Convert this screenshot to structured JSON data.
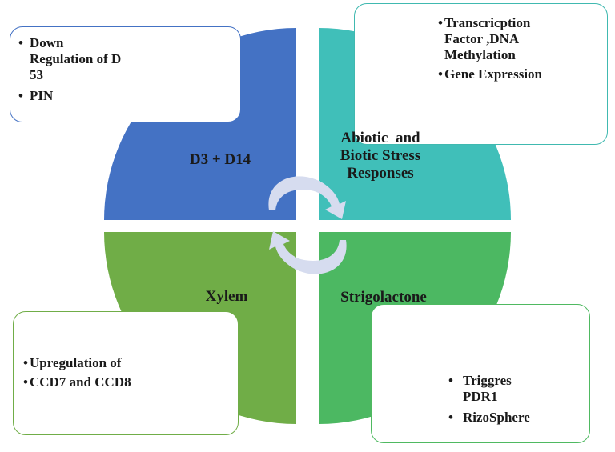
{
  "quadrants": {
    "top_left": {
      "label": "D3 + D14",
      "color": "#4472c4"
    },
    "top_right": {
      "label_lines": [
        "Abiotic  and",
        "Biotic Stress",
        "Responses"
      ],
      "color": "#40bfb9"
    },
    "bottom_left": {
      "label": "Xylem",
      "color": "#70ad47"
    },
    "bottom_right": {
      "label": "Strigolactone",
      "color": "#4cb862"
    }
  },
  "boxes": {
    "top_left": {
      "items": [
        [
          "Down",
          "Regulation of D",
          "53"
        ],
        [
          "PIN"
        ]
      ]
    },
    "top_right": {
      "items": [
        [
          "Transcricption",
          "Factor ,DNA",
          "Methylation"
        ],
        [
          "Gene Expression"
        ]
      ]
    },
    "bottom_left": {
      "items": [
        [
          "Upregulation of"
        ],
        [
          "CCD7 and CCD8"
        ]
      ]
    },
    "bottom_right": {
      "items": [
        [
          "Triggres",
          "PDR1"
        ],
        [
          "RizoSphere"
        ]
      ]
    }
  },
  "cycle_arrows": {
    "color": "#d6dcef",
    "icon": "circular-arrows-icon"
  }
}
